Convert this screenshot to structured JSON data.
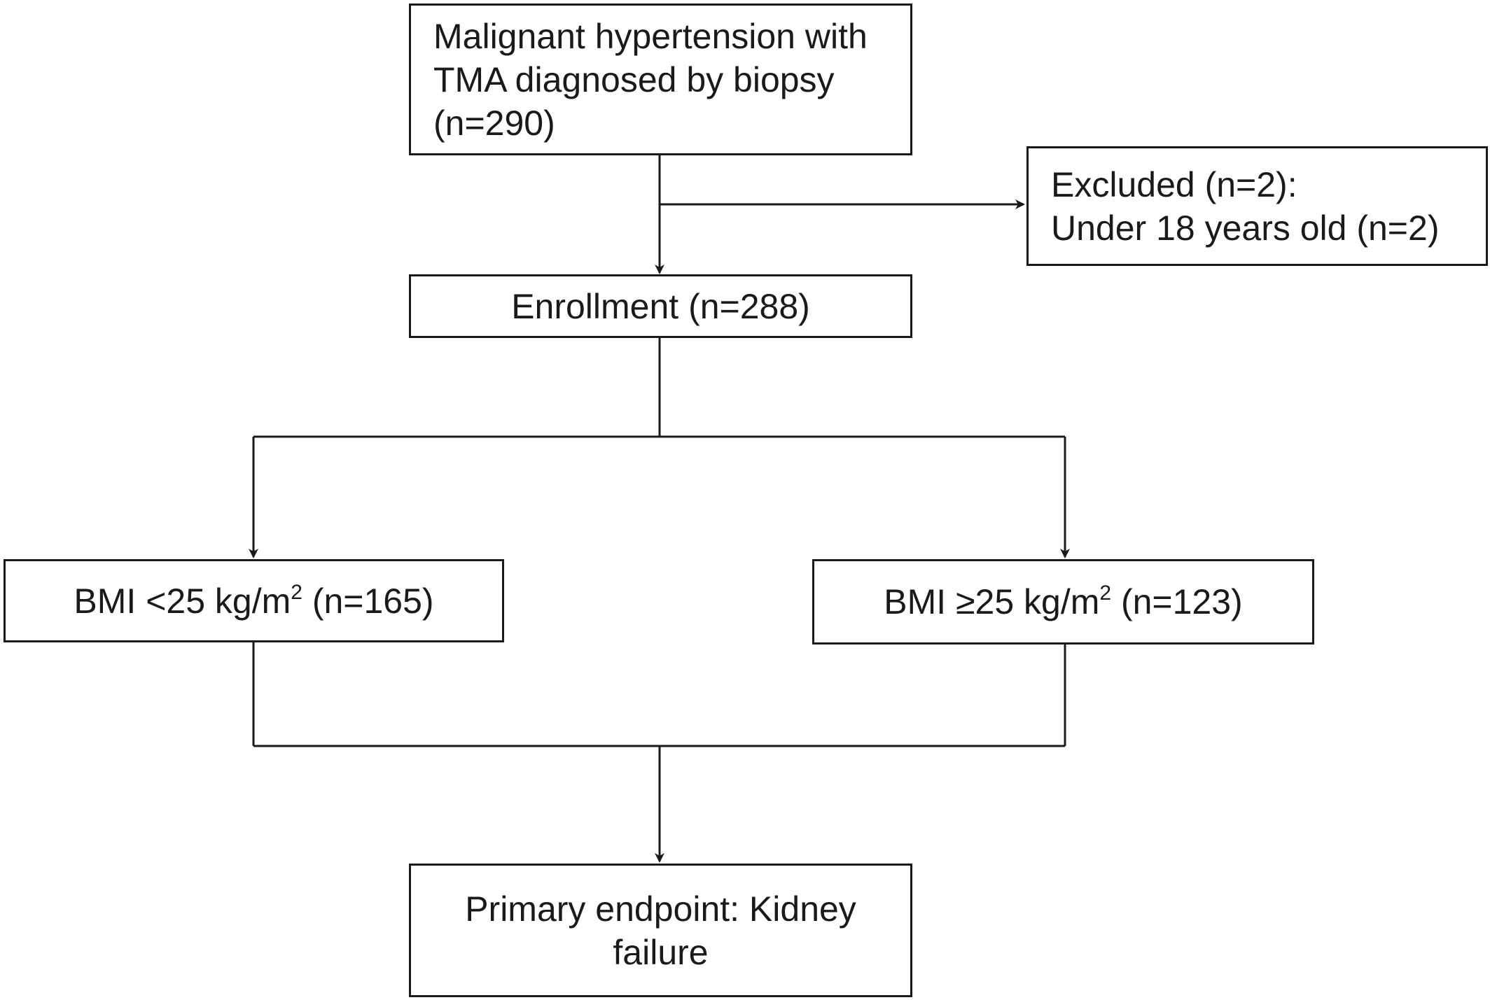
{
  "diagram": {
    "stroke_color": "#1a1a1a",
    "boxes": {
      "start": {
        "lines": [
          "Malignant hypertension with",
          "TMA diagnosed by biopsy",
          "(n=290)"
        ]
      },
      "excluded": {
        "lines": [
          "Excluded (n=2):",
          "Under 18 years old (n=2)"
        ]
      },
      "enrollment": {
        "label": "Enrollment (n=288)"
      },
      "bmi_low": {
        "prefix": "BMI <25 kg/m",
        "superscript": "2",
        "suffix": " (n=165)"
      },
      "bmi_high": {
        "prefix": "BMI ≥25 kg/m",
        "superscript": "2",
        "suffix": " (n=123)"
      },
      "endpoint": {
        "lines": [
          "Primary endpoint: Kidney",
          "failure"
        ]
      }
    }
  }
}
